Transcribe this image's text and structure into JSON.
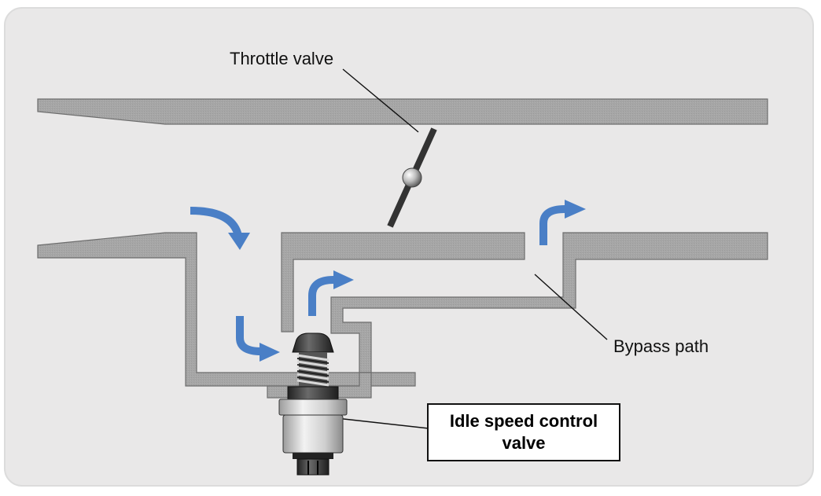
{
  "labels": {
    "throttle_valve": "Throttle valve",
    "bypass_path": "Bypass path",
    "idle_speed_control_valve": "Idle speed control valve"
  },
  "colors": {
    "background_panel": "#e9e8e8",
    "passage_wall": "#a3a3a3",
    "passage_edge": "#6d6d6d",
    "flow_arrow": "#4a7fc6",
    "throttle_plate": "#333333",
    "valve_body": "#d4d4d4"
  },
  "icons": [
    "flow-arrow-icon",
    "throttle-plate-icon",
    "valve-spring-icon"
  ]
}
